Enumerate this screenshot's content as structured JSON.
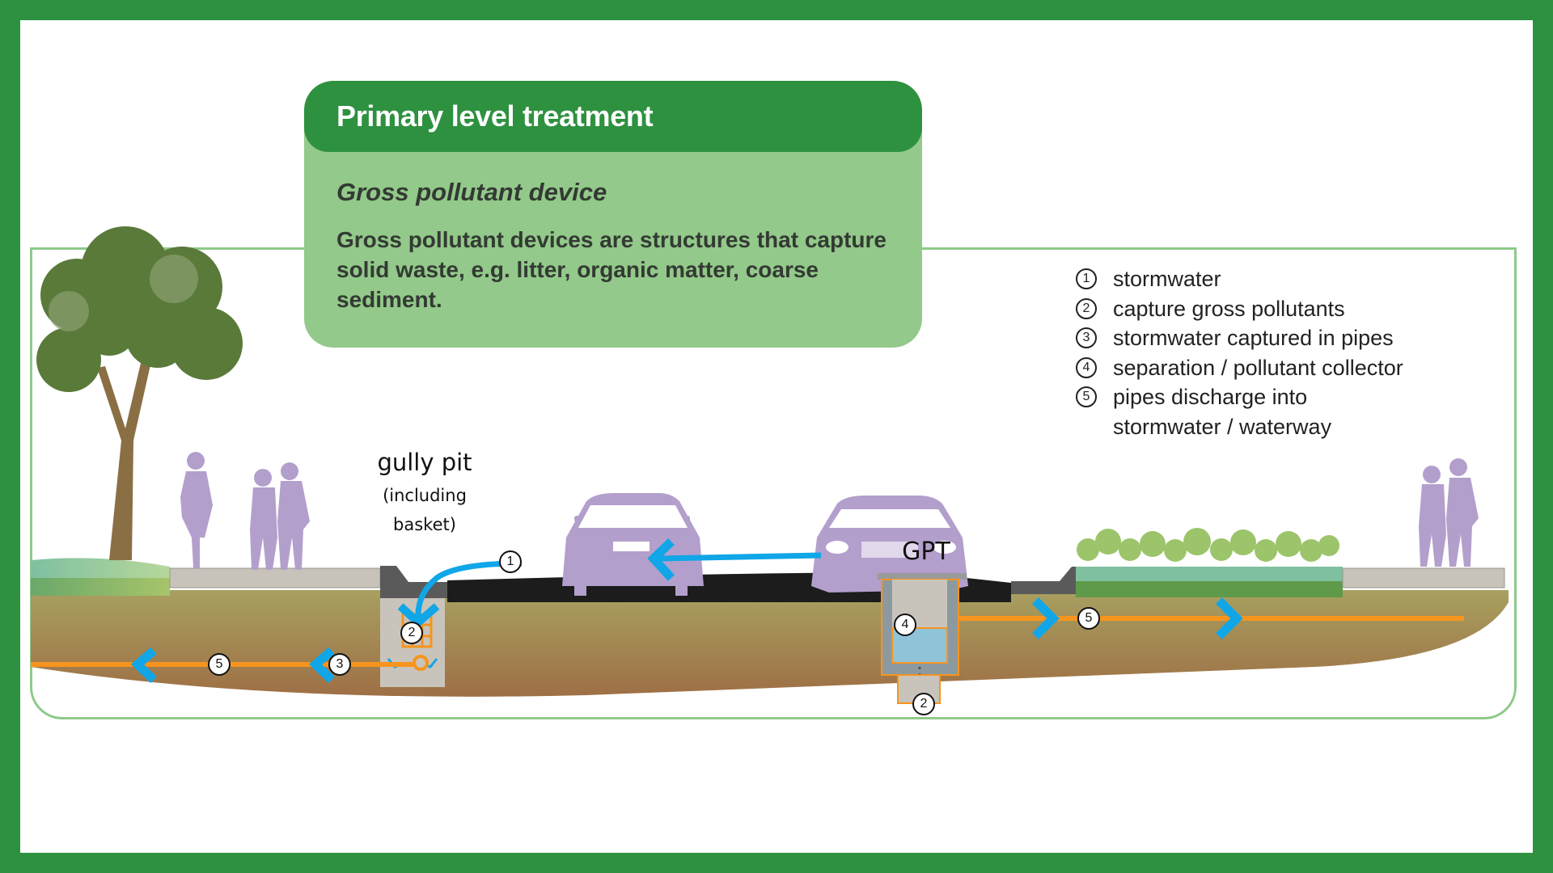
{
  "infocard": {
    "title": "Primary level treatment",
    "subtitle": "Gross pollutant device",
    "body": "Gross pollutant devices are structures that capture solid waste, e.g. litter, organic matter, coarse sediment."
  },
  "legend": [
    {
      "num": "1",
      "text": "stormwater"
    },
    {
      "num": "2",
      "text": "capture gross pollutants"
    },
    {
      "num": "3",
      "text": "stormwater captured in pipes"
    },
    {
      "num": "4",
      "text": "separation / pollutant collector"
    },
    {
      "num": "5",
      "text": "pipes discharge into"
    },
    {
      "num": "",
      "text": "stormwater / waterway"
    }
  ],
  "labels": {
    "gully_pit": "gully pit",
    "gully_pit_note_1": "(including",
    "gully_pit_note_2": "basket)",
    "gpt": "GPT"
  },
  "markers": {
    "stormwater_inlet": "1",
    "gully_basket": "2",
    "gully_outlet_pipe": "3",
    "left_discharge": "5",
    "gpt_chamber": "4",
    "gpt_sump": "2",
    "right_discharge": "5"
  },
  "colors": {
    "frame_green": "#2e9140",
    "card_green": "#93c98a",
    "water_blue": "#10a6e8",
    "pipe_orange": "#f7941d",
    "figure_purple": "#b39fcc",
    "road_black": "#1c1c1c",
    "soil_brown": "#9c7c4a"
  }
}
